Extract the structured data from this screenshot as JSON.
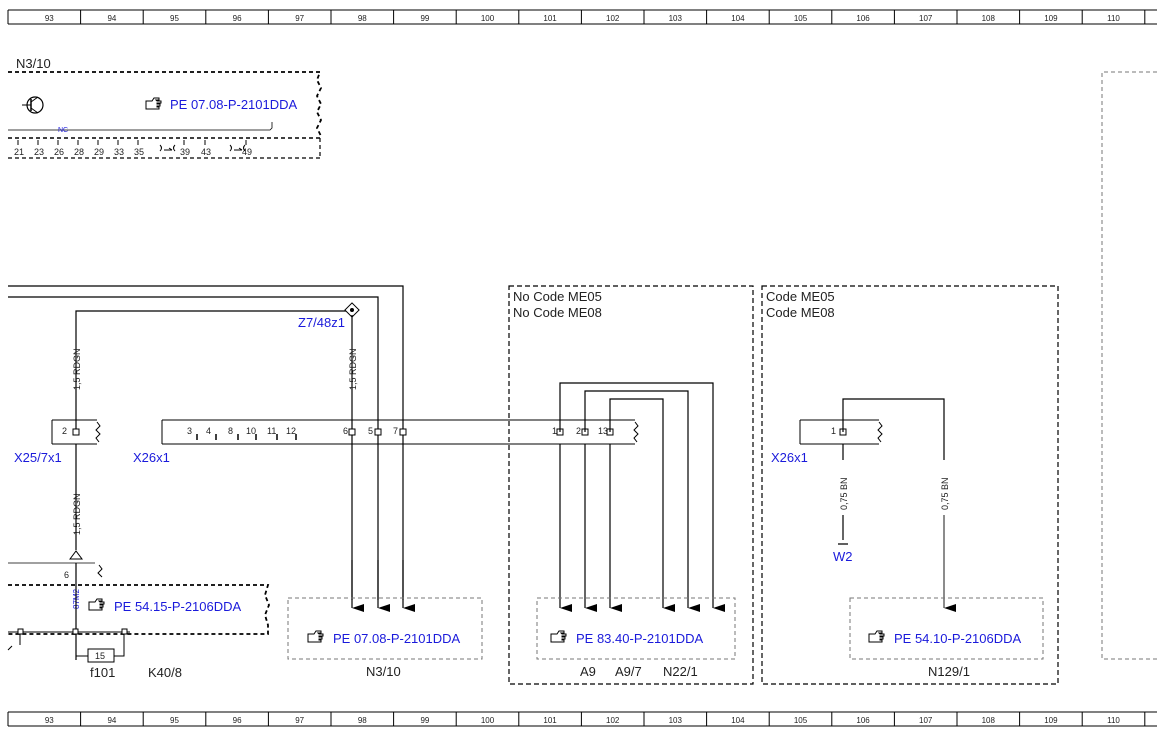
{
  "ruler": {
    "columns": [
      "93",
      "94",
      "95",
      "96",
      "97",
      "98",
      "99",
      "100",
      "101",
      "102",
      "103",
      "104",
      "105",
      "106",
      "107",
      "108",
      "109",
      "110"
    ]
  },
  "n310_top": {
    "label": "N3/10",
    "ref": "PE 07.08-P-2101DDA",
    "nc": "NC",
    "pins": [
      "21",
      "23",
      "26",
      "28",
      "29",
      "33",
      "35",
      "39",
      "43",
      "49"
    ]
  },
  "wires": {
    "x25_top": "1,5 RDGN",
    "z7_down": "1,5 RDGN",
    "x25_bottom": "1,5 RDGN",
    "x26_right_a": "0,75 BN",
    "x26_right_b": "0,75 BN"
  },
  "connectors": {
    "z7": "Z7/48z1",
    "x25": "X25/7x1",
    "x25_pin": "2",
    "x26_left": "X26x1",
    "x26_pins": [
      "3",
      "4",
      "8",
      "10",
      "11",
      "12",
      "6",
      "5",
      "7",
      "1",
      "2",
      "13"
    ],
    "x26_right": "X26x1",
    "x26_right_pin": "1",
    "w2": "W2"
  },
  "code_boxes": {
    "left": {
      "line1": "No Code ME05",
      "line2": "No Code ME08"
    },
    "right": {
      "line1": "Code ME05",
      "line2": "Code ME08"
    }
  },
  "k40": {
    "ref": "PE 54.15-P-2106DDA",
    "pin6": "6",
    "pin_87m2": "87M2",
    "fuse_num": "15",
    "fuse_label": "f101",
    "label": "K40/8"
  },
  "n310_bottom": {
    "ref": "PE 07.08-P-2101DDA",
    "label": "N3/10"
  },
  "a9_box": {
    "ref": "PE 83.40-P-2101DDA",
    "labels": [
      "A9",
      "A9/7",
      "N22/1"
    ]
  },
  "n129_box": {
    "ref": "PE 54.10-P-2106DDA",
    "label": "N129/1"
  },
  "colors": {
    "link": "#1a1adb",
    "line": "#000000",
    "dash": "#555555"
  },
  "icons": [
    "pointing-hand-icon",
    "transistor-icon",
    "ground-symbol-icon",
    "arrow-down-icon"
  ]
}
